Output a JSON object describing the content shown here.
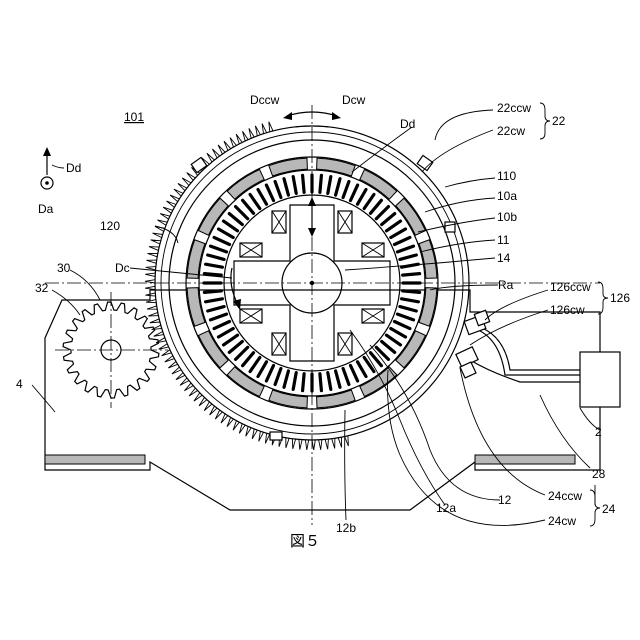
{
  "figure": {
    "caption": "図５",
    "device_ref": "101",
    "direction_labels": {
      "ccw_top": "Dccw",
      "cw_top": "Dcw",
      "d_top_left": "Dd",
      "a_top_left": "Da",
      "d_center": "Dd",
      "c_center": "Dc",
      "axis": "Ra"
    },
    "labels": {
      "l22ccw": "22ccw",
      "l22cw": "22cw",
      "l22": "22",
      "l110": "110",
      "l10a": "10a",
      "l10b": "10b",
      "l11": "11",
      "l14": "14",
      "l126ccw": "126ccw",
      "l126cw": "126cw",
      "l126": "126",
      "l120": "120",
      "l30": "30",
      "l32": "32",
      "l4": "4",
      "l2": "2",
      "l28": "28",
      "l12": "12",
      "l12a": "12a",
      "l12b": "12b",
      "l24ccw": "24ccw",
      "l24cw": "24cw",
      "l24": "24"
    }
  },
  "colors": {
    "line": "#000000",
    "fill_grey": "#b8b8b8",
    "background": "#ffffff"
  }
}
